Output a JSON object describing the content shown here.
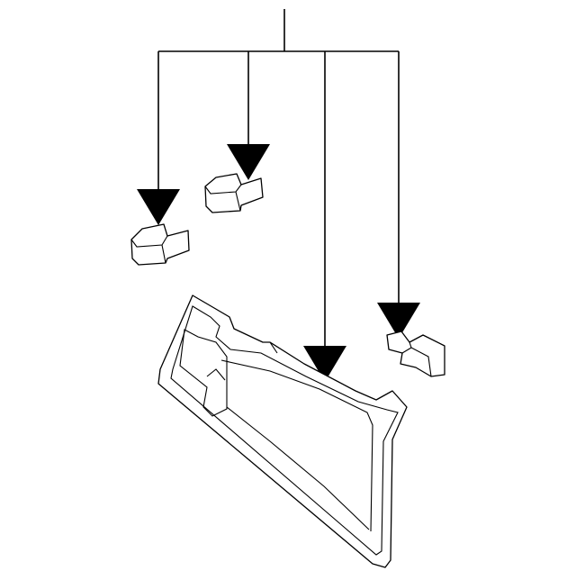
{
  "diagram": {
    "background": "#ffffff",
    "line_color": "#000000",
    "callouts": [
      {
        "target": "clip-lower-left"
      },
      {
        "target": "clip-upper-left"
      },
      {
        "target": "main-bracket"
      },
      {
        "target": "clip-right"
      }
    ],
    "parts": [
      {
        "id": "clip-lower-left",
        "icon": "clip-icon"
      },
      {
        "id": "clip-upper-left",
        "icon": "clip-icon"
      },
      {
        "id": "clip-right",
        "icon": "clip-icon"
      },
      {
        "id": "main-bracket",
        "icon": "bracket-panel-icon"
      }
    ]
  }
}
